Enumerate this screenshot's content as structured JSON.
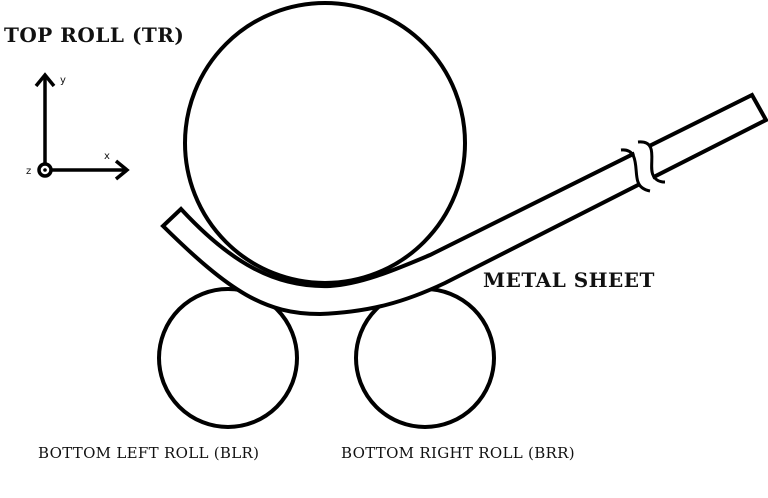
{
  "labels": {
    "top_roll": "TOP ROLL (TR)",
    "metal_sheet": "METAL SHEET",
    "bottom_left_roll": "BOTTOM LEFT ROLL (BLR)",
    "bottom_right_roll": "BOTTOM RIGHT ROLL (BRR)"
  },
  "axes": {
    "x": "x",
    "y": "y",
    "z": "z"
  },
  "colors": {
    "stroke": "#000000",
    "background": "#ffffff"
  }
}
